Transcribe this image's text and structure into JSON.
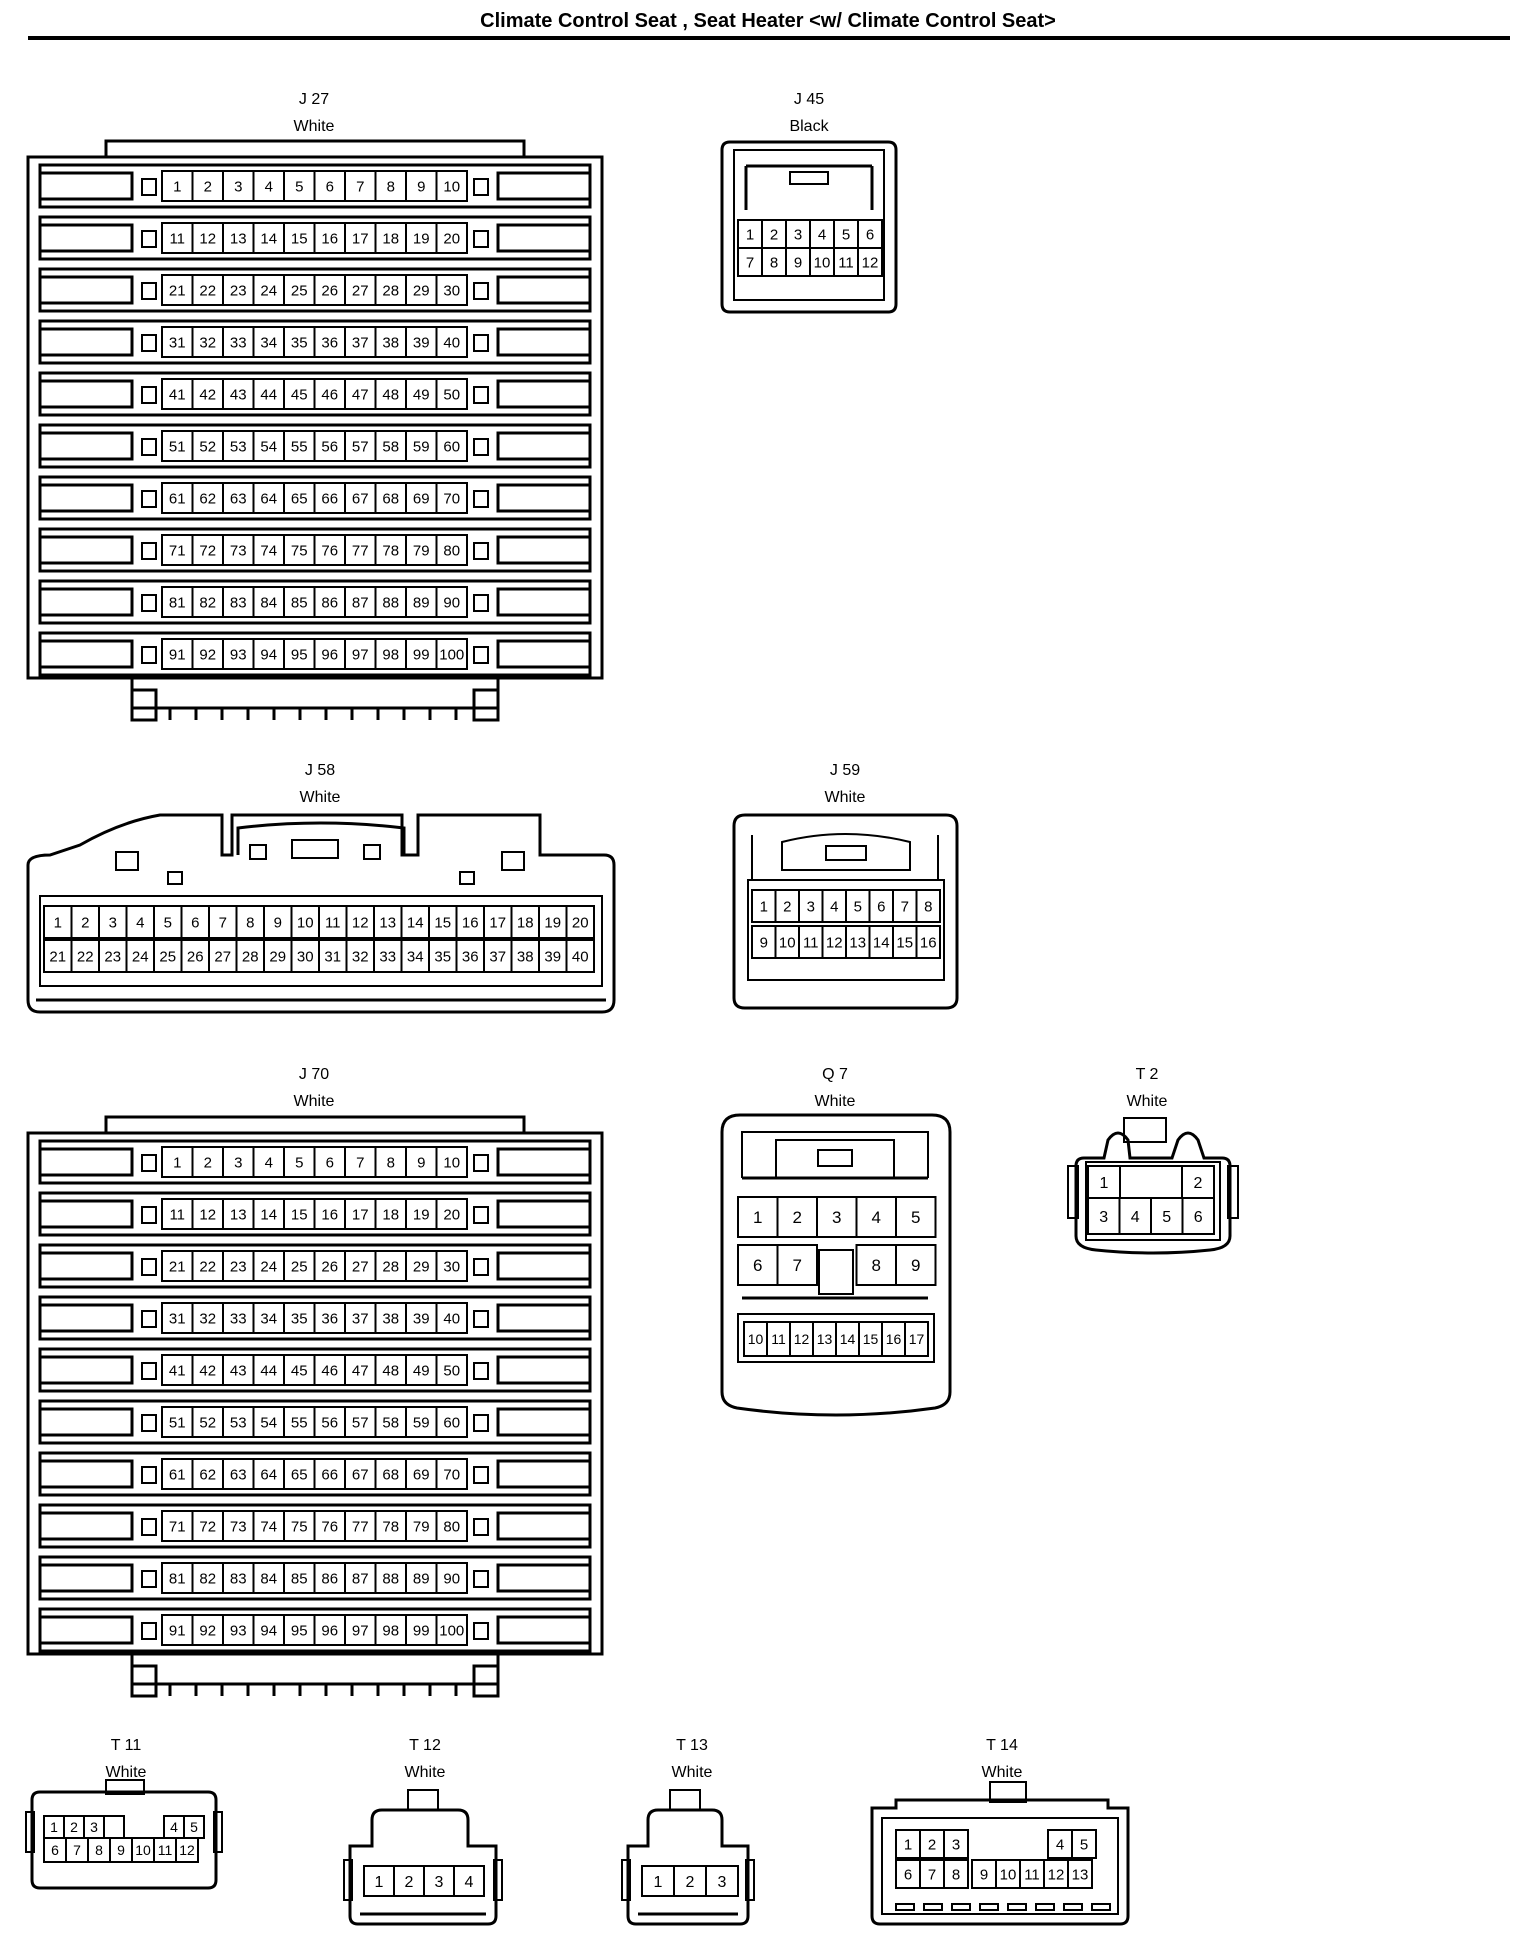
{
  "title": "Climate Control Seat , Seat Heater <w/ Climate Control Seat>",
  "connectors": [
    {
      "id": "J 27",
      "color": "White"
    },
    {
      "id": "J 45",
      "color": "Black"
    },
    {
      "id": "J 58",
      "color": "White"
    },
    {
      "id": "J 59",
      "color": "White"
    },
    {
      "id": "J 70",
      "color": "White"
    },
    {
      "id": "Q 7",
      "color": "White"
    },
    {
      "id": "T 2",
      "color": "White"
    },
    {
      "id": "T 11",
      "color": "White"
    },
    {
      "id": "T 12",
      "color": "White"
    },
    {
      "id": "T 13",
      "color": "White"
    },
    {
      "id": "T 14",
      "color": "White"
    }
  ]
}
